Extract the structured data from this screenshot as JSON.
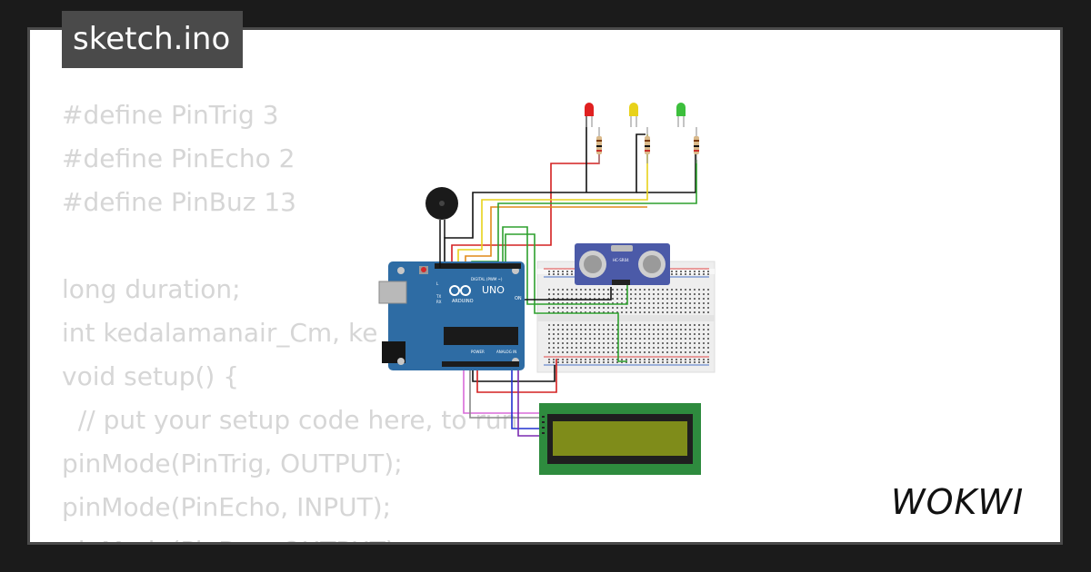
{
  "title": "sketch.ino",
  "code_lines": [
    "#define PinTrig 3",
    "#define PinEcho 2",
    "#define PinBuz 13",
    "",
    "long duration;",
    "int kedalamanair_Cm, ke",
    "void setup() {",
    "  // put your setup code here, to run",
    "pinMode(PinTrig, OUTPUT);",
    "pinMode(PinEcho, INPUT);",
    "pinMode(PinBuz, OUTPUT);"
  ],
  "brand": "WOKWI",
  "board_labels": {
    "uno": "UNO",
    "arduino": "ARDUINO",
    "digital": "DIGITAL (PWM ~)",
    "power": "POWER",
    "analog": "ANALOG IN",
    "on": "ON",
    "tx": "TX",
    "rx": "RX",
    "l": "L"
  },
  "sensor_label": "HC-SR04",
  "colors": {
    "background": "#1b1b1b",
    "card": "#ffffff",
    "code_text": "#d6d6d6",
    "title_bg": "#4a4a4a",
    "arduino_blue": "#2e6ca4",
    "lcd_green": "#2e8b3e",
    "lcd_screen": "#7f8c1a",
    "sensor_blue": "#4b5aa8",
    "led_red": "#e02020",
    "led_yellow": "#e8d21a",
    "led_green": "#3cbf3c"
  }
}
